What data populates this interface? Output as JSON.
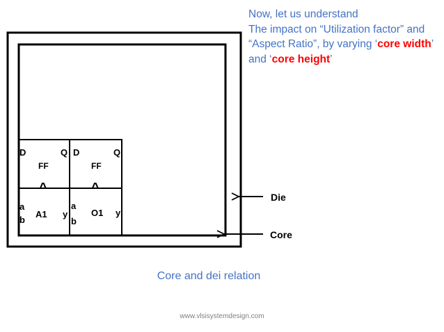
{
  "heading": {
    "line1": "Now, let us understand",
    "line2": "The impact on “Utilization factor” and",
    "line3_pre": "“Aspect Ratio”, by varying ‘",
    "line3_hl": "core width",
    "line3_post": "’",
    "line4_pre": "and ‘",
    "line4_hl": "core height",
    "line4_post": "’"
  },
  "cells": {
    "ff1": {
      "d": "D",
      "q": "Q",
      "name": "FF",
      "clk": "^"
    },
    "ff2": {
      "d": "D",
      "q": "Q",
      "name": "FF",
      "clk": "^"
    },
    "and_gate": {
      "a": "a",
      "b": "b",
      "name": "A1",
      "y": "y"
    },
    "or_gate": {
      "a": "a",
      "b": "b",
      "name": "O1",
      "y": "y"
    }
  },
  "labels": {
    "die": "Die",
    "core": "Core"
  },
  "caption": "Core and dei relation",
  "footer": "www.vlsisystemdesign.com",
  "colors": {
    "heading": "#4472c4",
    "highlight": "#ff0000",
    "lines": "#000000",
    "footer": "#7f7f7f"
  }
}
